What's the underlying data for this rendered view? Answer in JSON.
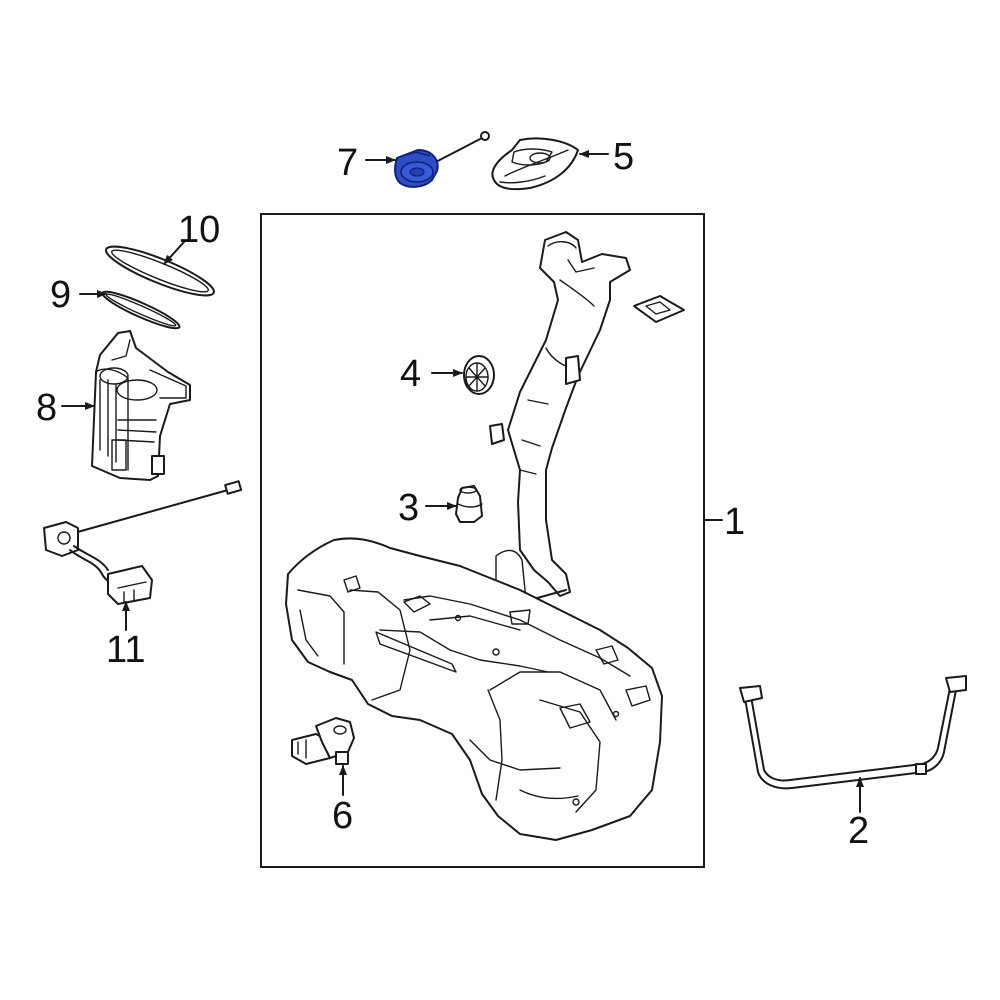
{
  "colors": {
    "highlight": "#2e4fc4",
    "highlight_stroke": "#10207a",
    "ink": "#1a1a1a"
  },
  "callouts": {
    "c1": "1",
    "c2": "2",
    "c3": "3",
    "c4": "4",
    "c5": "5",
    "c6": "6",
    "c7": "7",
    "c8": "8",
    "c9": "9",
    "c10": "10",
    "c11": "11"
  },
  "highlighted_part": "7"
}
